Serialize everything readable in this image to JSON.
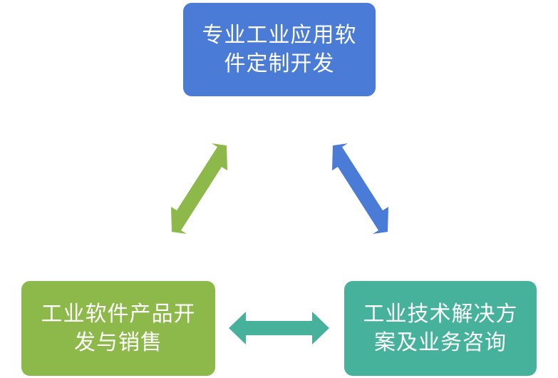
{
  "nodes": {
    "top": {
      "label": "专业工业应用软件定制开发",
      "color": "#4a7bd6"
    },
    "left": {
      "label": "工业软件产品开发与销售",
      "color": "#8cb94a"
    },
    "right": {
      "label": "工业技术解决方案及业务咨询",
      "color": "#47b29b"
    }
  },
  "arrows": {
    "top_left": {
      "color": "#8cb94a",
      "bidirectional": true
    },
    "top_right": {
      "color": "#4a7bd6",
      "bidirectional": true
    },
    "left_right": {
      "color": "#47b29b",
      "bidirectional": true
    }
  }
}
